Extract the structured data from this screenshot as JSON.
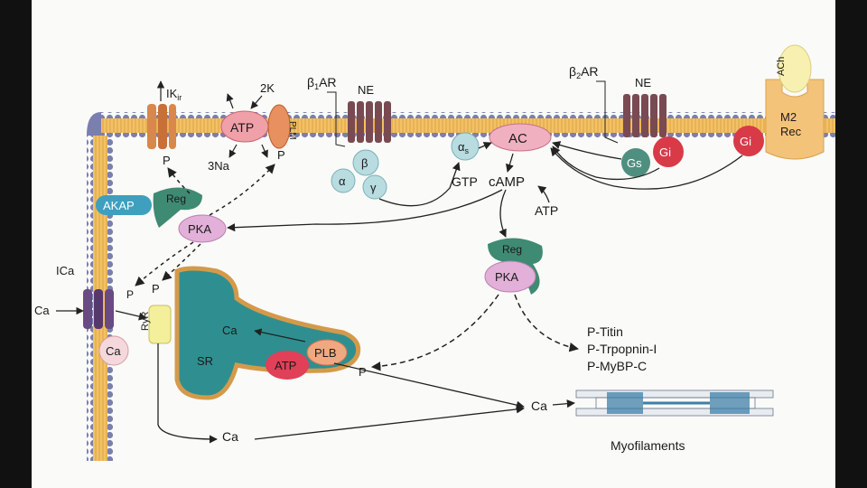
{
  "labels": {
    "ik": "IK",
    "ik_sub": "ir",
    "two_k": "2K",
    "three_na": "3Na",
    "atp_pump": "ATP",
    "plm": "PLM",
    "p_plm": "P",
    "p_ik": "P",
    "beta1_ar": "β",
    "beta1_sub": "1",
    "beta1_ar_suffix": "AR",
    "ne_left": "NE",
    "alpha": "α",
    "beta": "β",
    "gamma": "γ",
    "alpha_s": "α",
    "alpha_s_sub": "s",
    "ac": "AC",
    "gtp": "GTP",
    "camp": "cAMP",
    "atp_ac": "ATP",
    "beta2_ar": "β",
    "beta2_sub": "2",
    "beta2_ar_suffix": "AR",
    "ne_right": "NE",
    "gs": "Gs",
    "gi_1": "Gi",
    "gi_2": "Gi",
    "ach": "ACh",
    "m2_rec_line1": "M2",
    "m2_rec_line2": "Rec",
    "akap": "AKAP",
    "reg_left": "Reg",
    "pka_left": "PKA",
    "reg_center": "Reg",
    "pka_center": "PKA",
    "ica": "ICa",
    "ca_in": "Ca",
    "ca_channel": "Ca",
    "p_channel": "P",
    "p_ryr": "P",
    "ryr": "RyR",
    "sr": "SR",
    "ca_sr": "Ca",
    "atp_serca": "ATP",
    "plb": "PLB",
    "p_plb": "P",
    "p_titin": "P-Titin",
    "p_troponin": "P-Trpopnin-I",
    "p_mybpc": "P-MyBP-C",
    "ca_myo": "Ca",
    "ca_bottom": "Ca",
    "myofilaments": "Myofilaments"
  },
  "colors": {
    "membrane_head": "#7b7fae",
    "membrane_tail": "#f2c265",
    "receptor": "#7a4a52",
    "atp_pump": "#f0a0a8",
    "plm": "#e89060",
    "g_subunit": "#b8dce0",
    "ac": "#f0b0c0",
    "gs": "#4f8f80",
    "gi": "#d83a48",
    "m2": "#f4c37a",
    "ach": "#f8f0b0",
    "akap": "#3f9fbf",
    "reg": "#3f8a72",
    "pka": "#e2b0d8",
    "sr_fill": "#2f8f90",
    "sr_outline": "#d49a4a",
    "ryr": "#f3ef9a",
    "serca": "#e04058",
    "plb": "#f0a880",
    "ica": "#6a4a82",
    "ca_node": "#f4d8dc",
    "filament": "#3f7fa8"
  }
}
